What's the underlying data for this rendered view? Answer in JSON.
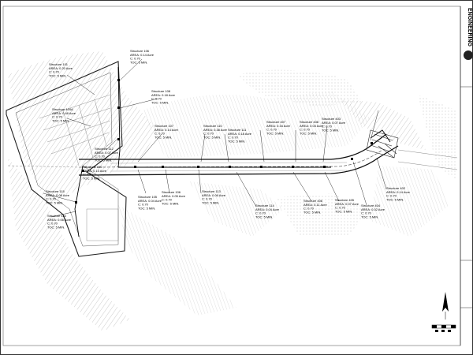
{
  "title_block": {
    "firm_label": "ENGINEERING"
  },
  "structures": [
    {
      "id": "s101",
      "name": "Structure 101",
      "area": "AREA: 0.20 Acre",
      "c": "C: 0.70",
      "toc": "TOC: 5 MIN."
    },
    {
      "id": "s106",
      "name": "Structure 106",
      "area": "AREA: 0.14 Acre",
      "c": "C: 0.70",
      "toc": "TOC: 5 MIN."
    },
    {
      "id": "s108",
      "name": "Structure 108",
      "area": "AREA: 0.18 Acre",
      "c": "C: 0.70",
      "toc": "TOC: 5 MIN."
    },
    {
      "id": "s104a",
      "name": "Structure 104A",
      "area": "AREA: 0.48 Acre",
      "c": "C: 0.70",
      "toc": "TOC: 5 MIN."
    },
    {
      "id": "s107",
      "name": "Structure 107",
      "area": "AREA: 0.14 Acre",
      "c": "C: 0.70",
      "toc": "TOC: 5 MIN."
    },
    {
      "id": "s110",
      "name": "Structure 110",
      "area": "AREA: 0.38 Acre",
      "c": "C: 0.70",
      "toc": "TOC: 5 MIN."
    },
    {
      "id": "s111",
      "name": "Structure 111",
      "area": "AREA: 0.18 Acre",
      "c": "C: 0.70",
      "toc": "TOC: 5 MIN."
    },
    {
      "id": "s407",
      "name": "Structure 407",
      "area": "AREA: 0.34 Acre",
      "c": "C: 0.70",
      "toc": "TOC: 5 MIN."
    },
    {
      "id": "s408",
      "name": "Structure 408",
      "area": "AREA: 0.03 Acre",
      "c": "C: 0.70",
      "toc": "TOC: 5 MIN."
    },
    {
      "id": "s403",
      "name": "Structure 403",
      "area": "AREA: 0.07 Acre",
      "c": "C: 0.70",
      "toc": "TOC: 5 MIN."
    },
    {
      "id": "s112",
      "name": "Structure 112",
      "area": "AREA: 0.07 Acre",
      "c": "C: 0.70",
      "toc": "TOC: 5 MIN."
    },
    {
      "id": "s104",
      "name": "Structure 104",
      "area": "AREA: 0.13 Acre",
      "c": "C: 0.70",
      "toc": "TOC: 5 MIN."
    },
    {
      "id": "s105",
      "name": "Structure 105",
      "area": "AREA: 0.04 Acre",
      "c": "C: 0.70",
      "toc": "TOC: 5 MIN."
    },
    {
      "id": "s106b",
      "name": "Structure 106",
      "area": "AREA: 0.05 Acre",
      "c": "C: 0.70",
      "toc": "TOC: 5 MIN."
    },
    {
      "id": "s113",
      "name": "Structure 113",
      "area": "AREA: 0.06 Acre",
      "c": "C: 0.70",
      "toc": "TOC: 5 MIN."
    },
    {
      "id": "s114",
      "name": "Structure 114",
      "area": "AREA: 0.04 Acre",
      "c": "C: 0.70",
      "toc": "TOC: 5 MIN."
    },
    {
      "id": "s115",
      "name": "Structure 115",
      "area": "AREA: 0.08 Acre",
      "c": "C: 0.70",
      "toc": "TOC: 5 MIN."
    },
    {
      "id": "s116",
      "name": "Structure 116",
      "area": "AREA: 0.06 Acre",
      "c": "C: 0.70",
      "toc": "TOC: 5 MIN."
    },
    {
      "id": "s406",
      "name": "Structure 406",
      "area": "AREA: 0.11 Acre",
      "c": "C: 0.70",
      "toc": "TOC: 5 MIN."
    },
    {
      "id": "s405",
      "name": "Structure 405",
      "area": "AREA: 0.07 Acre",
      "c": "C: 0.70",
      "toc": "TOC: 5 MIN."
    },
    {
      "id": "s404",
      "name": "Structure 404",
      "area": "AREA: 0.02 Acre",
      "c": "C: 0.70",
      "toc": "TOC: 5 MIN."
    },
    {
      "id": "s402",
      "name": "Structure 402",
      "area": "AREA: 0.14 Acre",
      "c": "C: 0.70",
      "toc": "TOC: 5 MIN."
    }
  ]
}
